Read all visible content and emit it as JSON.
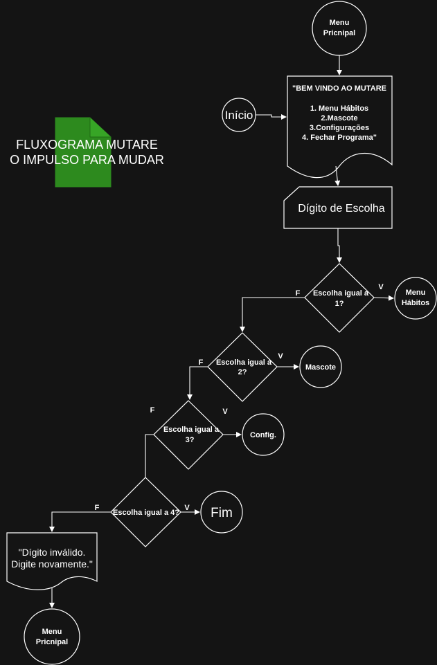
{
  "title": {
    "line1": "FLUXOGRAMA MUTARE",
    "line2": "O IMPULSO PARA MUDAR"
  },
  "nodes": {
    "menu_principal_top": {
      "line1": "Menu",
      "line2": "Pricnipal"
    },
    "inicio": {
      "label": "Início"
    },
    "welcome": {
      "line1": "\"BEM VINDO AO MUTARE",
      "line2": "1. Menu Hábitos",
      "line3": "2.Mascote",
      "line4": "3.Configurações",
      "line5": "4. Fechar Programa\""
    },
    "digito_escolha": {
      "label": "Dígito de Escolha"
    },
    "decision1": {
      "line1": "Escolha igual a",
      "line2": "1?"
    },
    "menu_habitos": {
      "line1": "Menu",
      "line2": "Hábitos"
    },
    "decision2": {
      "line1": "Escolha igual a",
      "line2": "2?"
    },
    "mascote": {
      "label": "Mascote"
    },
    "decision3": {
      "line1": "Escolha igual a",
      "line2": "3?"
    },
    "config": {
      "label": "Config."
    },
    "decision4": {
      "label": "Escolha igual a 4?"
    },
    "fim": {
      "label": "Fim"
    },
    "invalido": {
      "line1": "\"Dígito inválido.",
      "line2": "Digite novamente.\""
    },
    "menu_principal_bottom": {
      "line1": "Menu",
      "line2": "Pricnipal"
    }
  },
  "edge_labels": {
    "d1_false": "F",
    "d1_true": "V",
    "d2_false": "F",
    "d2_true": "V",
    "d3_false": "F",
    "d3_true": "V",
    "d4_false": "F",
    "d4_true": "V"
  },
  "colors": {
    "background": "#141414",
    "stroke": "#ffffff",
    "document_icon": "#2d8a1e"
  }
}
